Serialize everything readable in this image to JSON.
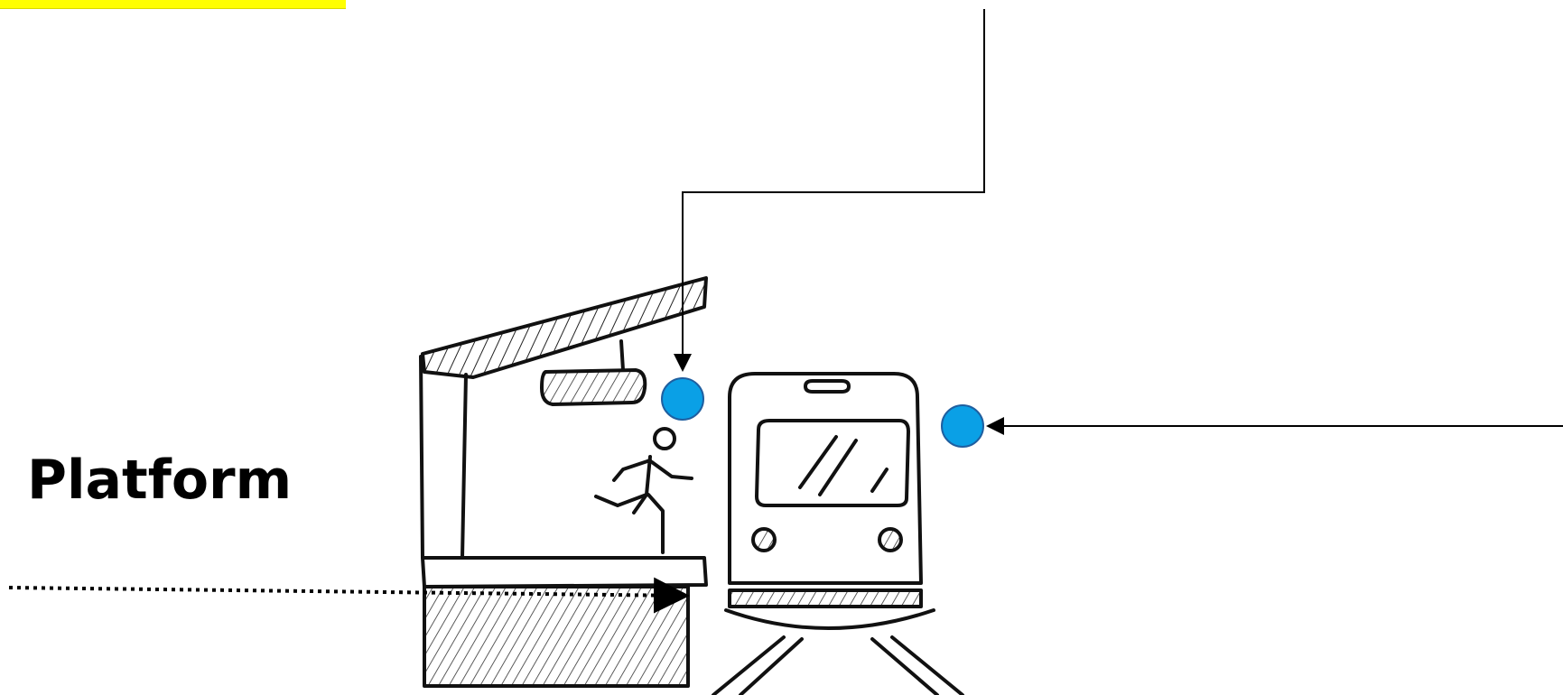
{
  "labels": {
    "platform": "Platform"
  },
  "colors": {
    "highlight": "#ffff00",
    "marker_fill": "#0aa0e6",
    "marker_stroke": "#1f5fa0",
    "line": "#000000"
  },
  "icons": {
    "station": "railway-platform-sketch",
    "person": "running-person-sketch",
    "train": "train-front-sketch"
  }
}
